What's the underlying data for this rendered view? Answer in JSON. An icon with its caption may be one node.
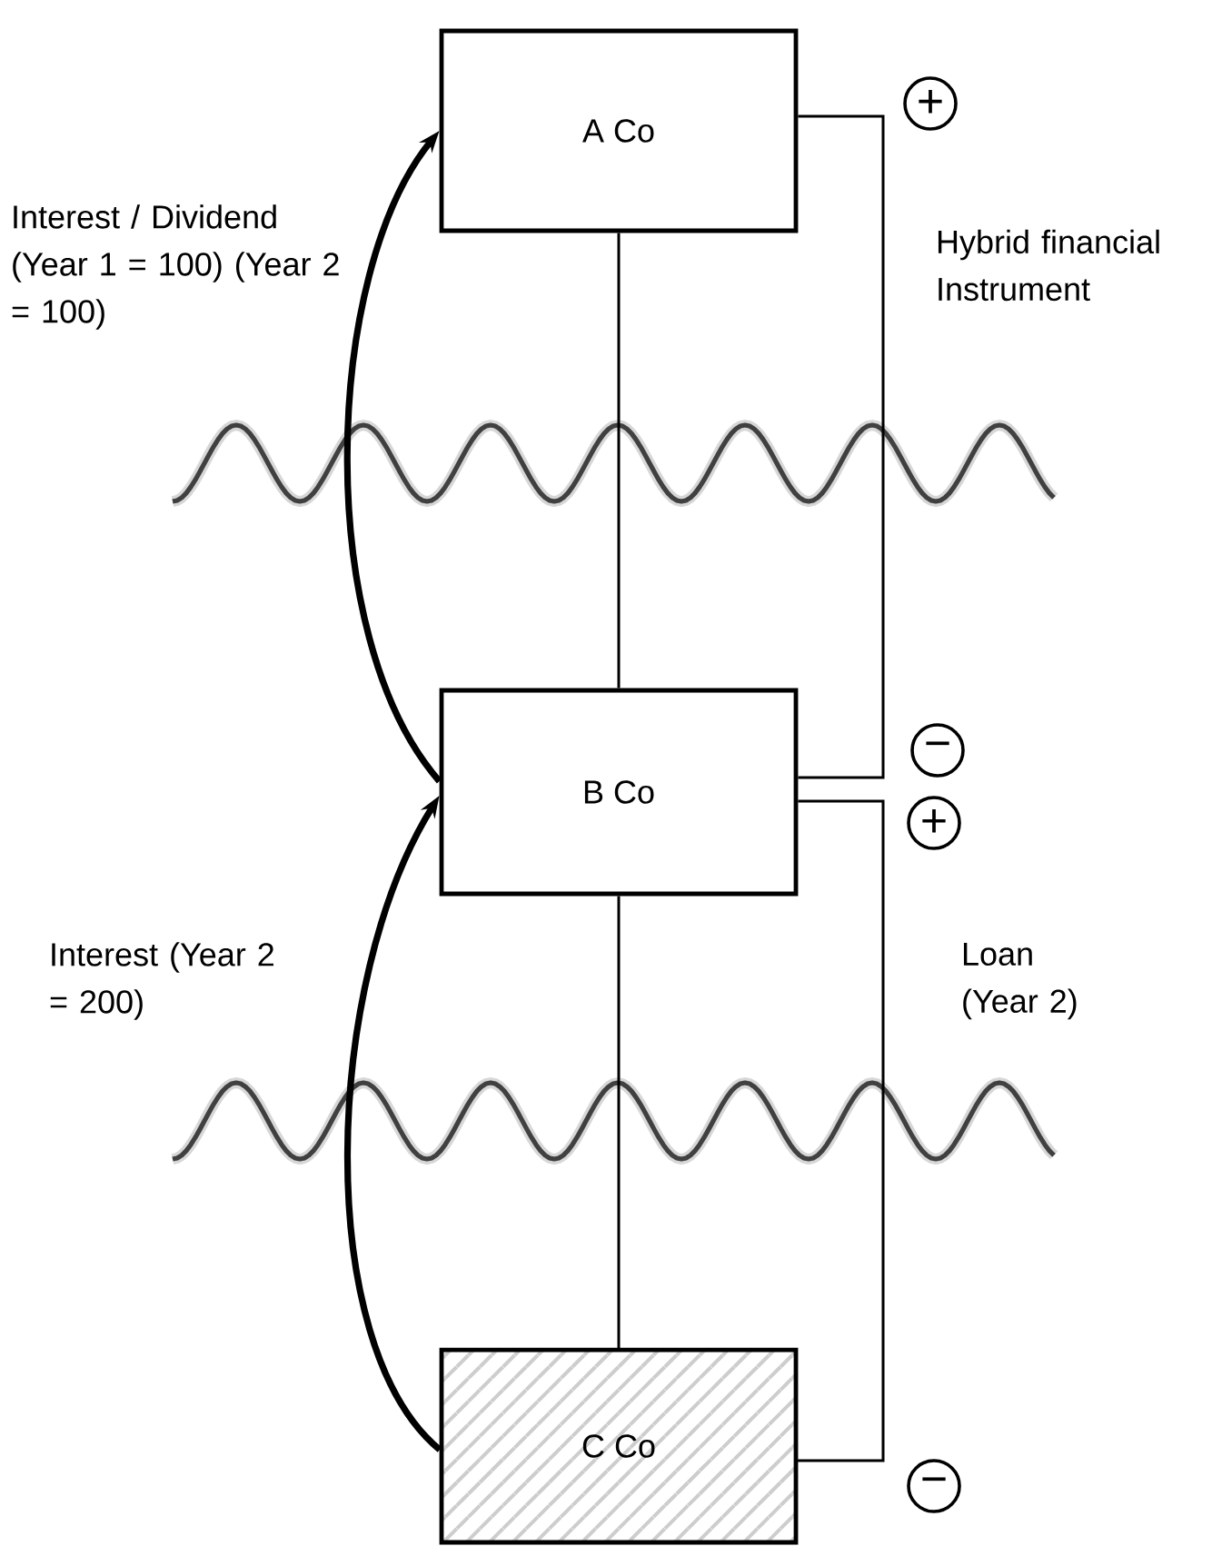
{
  "diagram": {
    "nodes": [
      {
        "text": [
          "A Co"
        ]
      },
      {
        "text": [
          "B Co"
        ]
      },
      {
        "text": [
          "C Co"
        ]
      }
    ],
    "edges": [
      {
        "from": 0,
        "to": 1,
        "arrow": "none"
      },
      {
        "from": 1,
        "to": 2,
        "arrow": "none"
      },
      {
        "from": 1,
        "to": 0,
        "arrow": "to",
        "label": "Interest / Dividend (Year 1 = 100) (Year 2 = 100)",
        "style": "thick"
      },
      {
        "from": 2,
        "to": 1,
        "arrow": "to",
        "label": "Interest (Year 2 = 200)",
        "style": "thick"
      },
      {
        "from": 0,
        "to": 1,
        "arrow": "none",
        "label": "Hybrid financial Instrument"
      },
      {
        "from": 1,
        "to": 2,
        "arrow": "none",
        "label": "Loan (Year 2)"
      }
    ],
    "labels": [
      "+",
      "−",
      "+",
      "−"
    ]
  }
}
